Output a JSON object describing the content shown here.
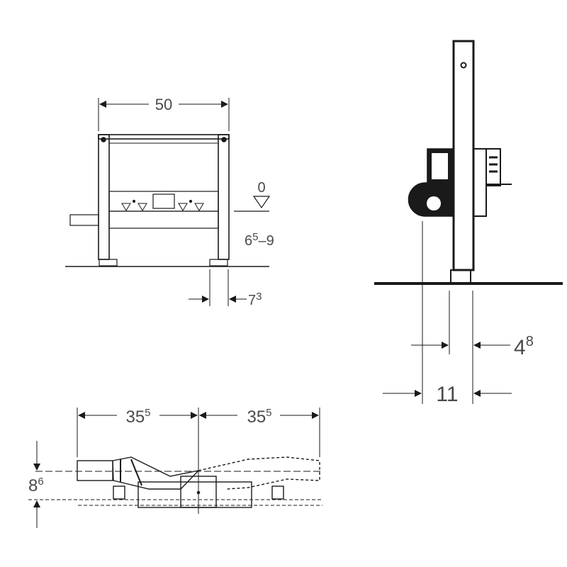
{
  "diagram": {
    "type": "technical-installation-drawing",
    "units": "cm",
    "colors": {
      "line": "#1a1a1a",
      "text": "#4a4a4a",
      "background": "#ffffff"
    },
    "front_view": {
      "width_label": "50",
      "level_label": "0",
      "height_range": {
        "base": "6",
        "sup": "5",
        "rest": "–9"
      },
      "foot_label": {
        "base": "7",
        "sup": "3"
      }
    },
    "side_view": {
      "offset_label": {
        "base": "4",
        "sup": "8"
      },
      "depth_label": "11"
    },
    "top_view": {
      "left_label": {
        "base": "35",
        "sup": "5"
      },
      "right_label": {
        "base": "35",
        "sup": "5"
      },
      "height_label": {
        "base": "8",
        "sup": "6"
      }
    }
  }
}
